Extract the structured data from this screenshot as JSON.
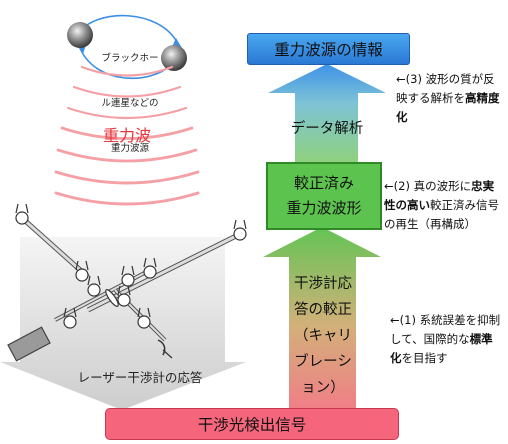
{
  "source": {
    "line1": "ブラックホー",
    "line2": "ル連星などの",
    "line3": "重力波源"
  },
  "gravitational_wave_label": "重力波",
  "top_box": "重力波源の情報",
  "arrow_upper": "データ解析",
  "calibrated_box": {
    "line1": "較正済み",
    "line2": "重力波波形"
  },
  "arrow_lower": [
    "干渉計応",
    "答の較正",
    "（キャリ",
    "ブレーシ",
    "ョン）"
  ],
  "notes": {
    "note3": {
      "pre": "←(3) 波形の質が反映する解析を",
      "bold": "高精度化",
      "post": ""
    },
    "note2": {
      "pre": "←(2) 真の波形に",
      "bold": "忠実性の高い",
      "post": "較正済み信号の再生（再構成）"
    },
    "note1": {
      "pre": "←(1) 系統誤差を抑制して、国際的な",
      "bold": "標準化",
      "post": "を目指す"
    }
  },
  "laser_label": "レーザー干渉計の応答",
  "bottom_box": "干渉光検出信号",
  "colors": {
    "wave": "#f5a0a5",
    "wave_text": "#e5363d",
    "top_box": "#3b8fe3",
    "calibrated_box": "#5dc34f",
    "bottom_box": "#f5667d"
  }
}
